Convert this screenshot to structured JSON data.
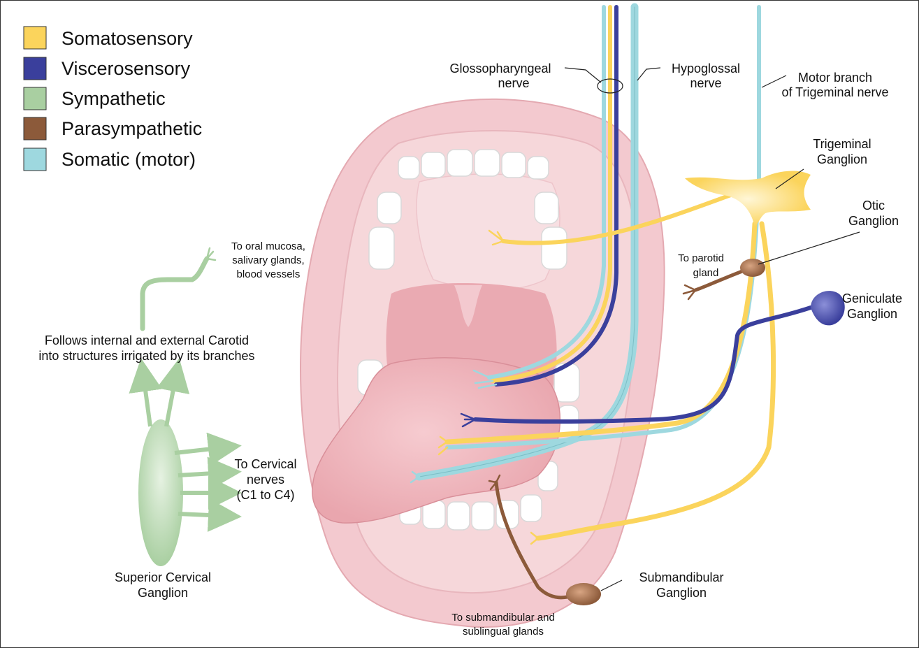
{
  "legend": [
    {
      "label": "Somatosensory",
      "color": "#fbd45c"
    },
    {
      "label": "Viscerosensory",
      "color": "#3a3f9c"
    },
    {
      "label": "Sympathetic",
      "color": "#a9cfa1"
    },
    {
      "label": "Parasympathetic",
      "color": "#8c5a3a"
    },
    {
      "label": "Somatic (motor)",
      "color": "#9ed8df"
    }
  ],
  "labels": {
    "glosso_1": "Glossopharyngeal",
    "glosso_2": "nerve",
    "hypo_1": "Hypoglossal",
    "hypo_2": "nerve",
    "motor_1": "Motor branch",
    "motor_2": "of Trigeminal nerve",
    "trig_1": "Trigeminal",
    "trig_2": "Ganglion",
    "otic_1": "Otic",
    "otic_2": "Ganglion",
    "parotid_1": "To parotid",
    "parotid_2": "gland",
    "genic_1": "Geniculate",
    "genic_2": "Ganglion",
    "oral_1": "To oral mucosa,",
    "oral_2": "salivary glands,",
    "oral_3": "blood vessels",
    "follows_1": "Follows internal  and external Carotid",
    "follows_2": "into structures irrigated by its branches",
    "cervical_1": "To Cervical",
    "cervical_2": "nerves",
    "cervical_3": "(C1 to C4)",
    "sup_1": "Superior Cervical",
    "sup_2": "Ganglion",
    "submand_1": "Submandibular",
    "submand_2": "Ganglion",
    "sublin_1": "To submandibular and",
    "sublin_2": "sublingual glands"
  },
  "colors": {
    "somatosensory": "#fbd45c",
    "viscerosensory": "#3a3f9c",
    "sympathetic": "#a9cfa1",
    "parasympathetic": "#8c5a3a",
    "somatic": "#9ed8df",
    "lip": "#f3c9cf",
    "mouth_inner": "#f6d7da",
    "tongue": "#eeb3ba"
  }
}
